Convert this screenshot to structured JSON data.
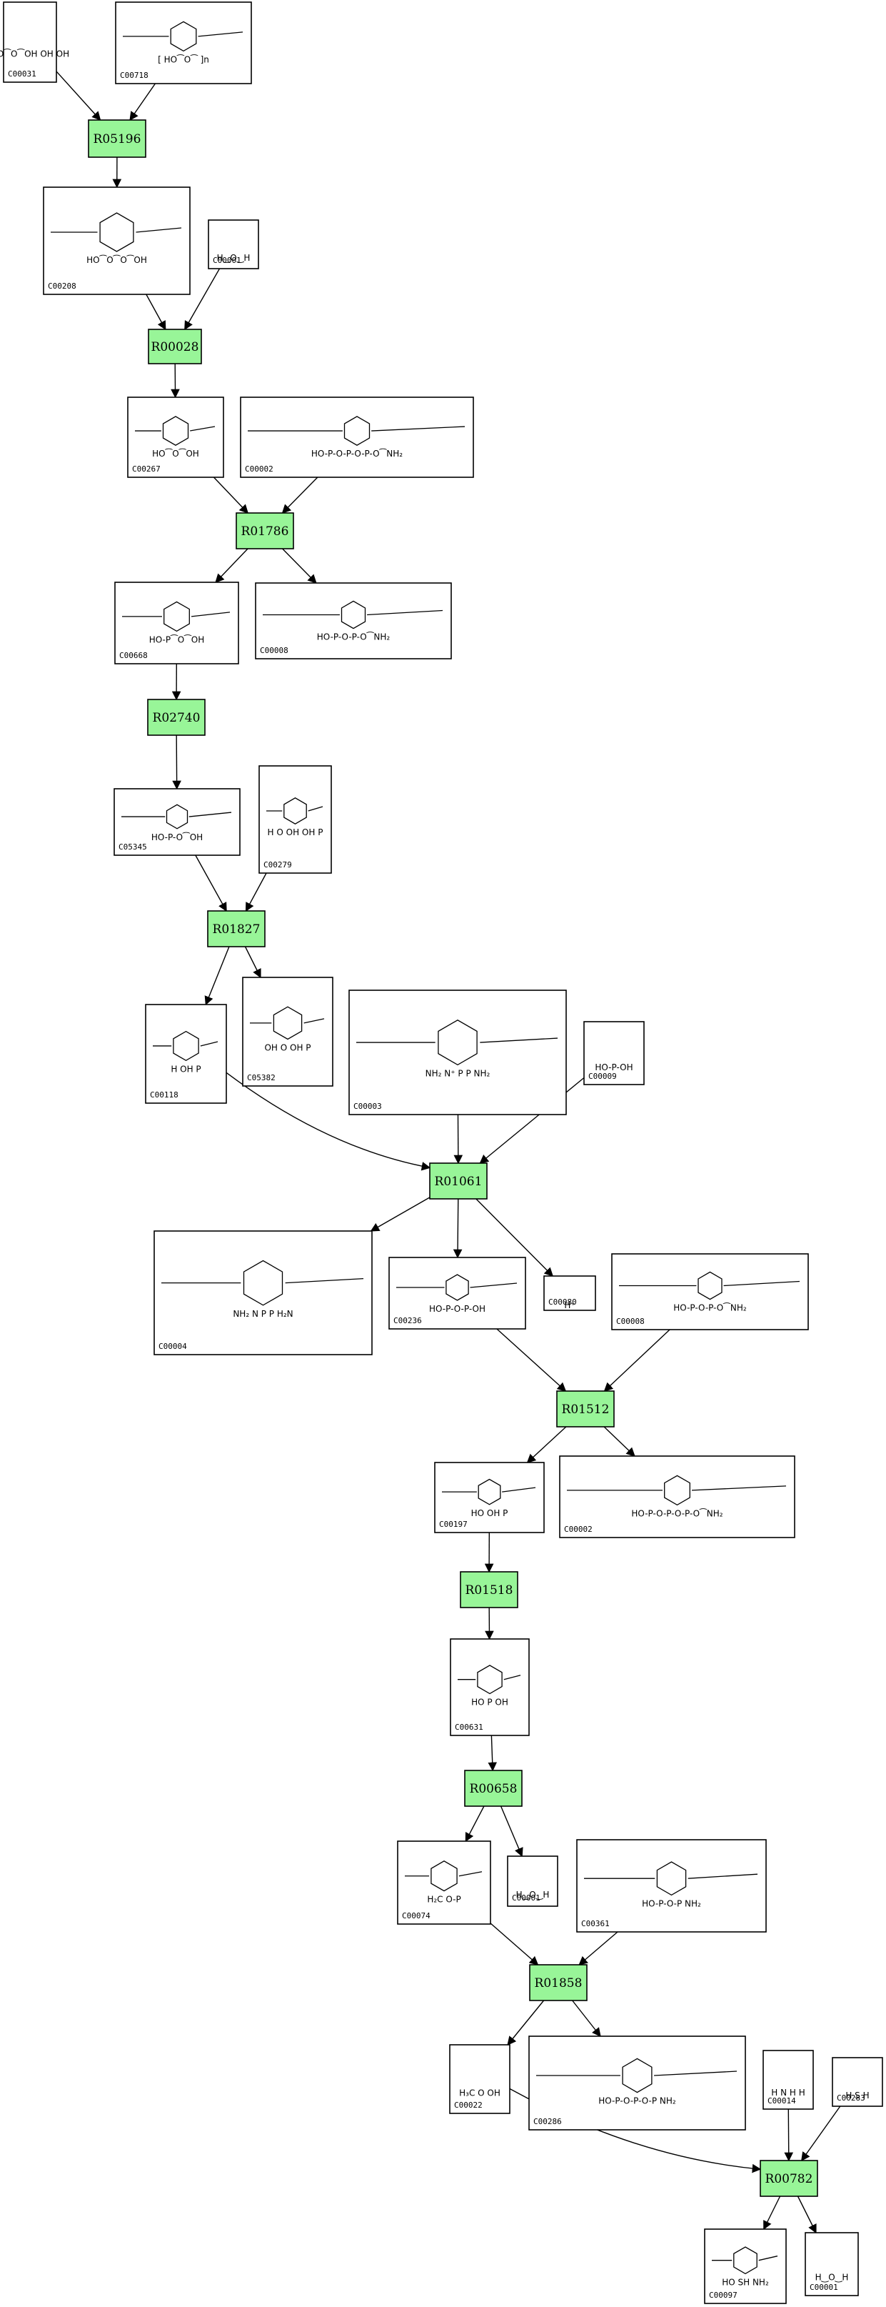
{
  "compounds": [
    {
      "id": "C00031",
      "glyph": "HO⁀O⁀OH  OH OH"
    },
    {
      "id": "C00718",
      "glyph": "[ HO⁀O⁀ ]n"
    },
    {
      "id": "C00208",
      "glyph": "HO⁀O⁀O⁀OH"
    },
    {
      "id": "C00001",
      "glyph": "H‿O‿H"
    },
    {
      "id": "C00267",
      "glyph": "HO⁀O⁀OH"
    },
    {
      "id": "C00002",
      "glyph": "HO-P-O-P-O-P-O⁀NH₂"
    },
    {
      "id": "C00668",
      "glyph": "HO-P⁀O⁀OH"
    },
    {
      "id": "C00008",
      "glyph": "HO-P-O-P-O⁀NH₂"
    },
    {
      "id": "C05345",
      "glyph": "HO-P-O⁀OH"
    },
    {
      "id": "C00279",
      "glyph": "H O OH OH P"
    },
    {
      "id": "C00118",
      "glyph": "H OH P"
    },
    {
      "id": "C05382",
      "glyph": "OH O OH P"
    },
    {
      "id": "C00003",
      "glyph": "NH₂ N⁺ P P NH₂"
    },
    {
      "id": "C00009",
      "glyph": "HO-P-OH"
    },
    {
      "id": "C00004",
      "glyph": "NH₂ N P P H₂N"
    },
    {
      "id": "C00236",
      "glyph": "HO-P-O-P-OH"
    },
    {
      "id": "C00080",
      "glyph": "H⁺"
    },
    {
      "id": "C00197",
      "glyph": "HO OH P"
    },
    {
      "id": "C00631",
      "glyph": "HO P OH"
    },
    {
      "id": "C00074",
      "glyph": "H₂C O-P"
    },
    {
      "id": "C00361",
      "glyph": "HO-P-O-P NH₂"
    },
    {
      "id": "C00022",
      "glyph": "H₃C O OH"
    },
    {
      "id": "C00286",
      "glyph": "HO-P-O-P-O-P NH₂"
    },
    {
      "id": "C00014",
      "glyph": "H N H H"
    },
    {
      "id": "C00283",
      "glyph": "H S H"
    },
    {
      "id": "C00097",
      "glyph": "HO SH NH₂"
    }
  ],
  "reactions": [
    {
      "id": "R05196"
    },
    {
      "id": "R00028"
    },
    {
      "id": "R01786"
    },
    {
      "id": "R02740"
    },
    {
      "id": "R01827"
    },
    {
      "id": "R01061"
    },
    {
      "id": "R01512"
    },
    {
      "id": "R01518"
    },
    {
      "id": "R00658"
    },
    {
      "id": "R01858"
    },
    {
      "id": "R00782"
    }
  ]
}
